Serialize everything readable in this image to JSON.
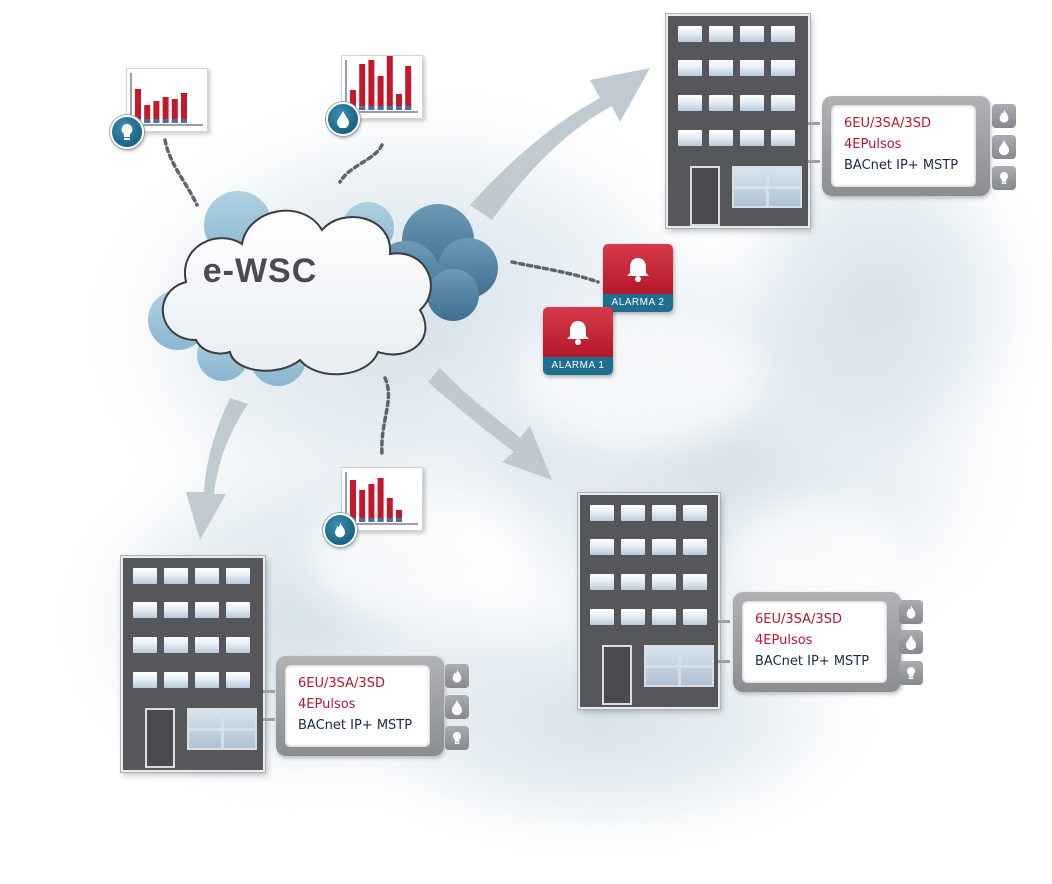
{
  "platform": {
    "name": "e-WSC"
  },
  "colors": {
    "building": "#56575a",
    "device_text_red": "#b5172e",
    "device_text_navy": "#1c2a45",
    "alarm_red": "#c0212f",
    "alarm_label_bg": "#1f6f8e",
    "arrow": "#b9c5cc",
    "chart_bar_red": "#c4182c",
    "chart_bar_blue": "#4a6fa0"
  },
  "alarms": [
    {
      "label": "ALARMA 2",
      "icon": "bell-icon"
    },
    {
      "label": "ALARMA 1",
      "icon": "bell-icon"
    }
  ],
  "charts": [
    {
      "badge_icon": "bulb-icon",
      "values": [
        34,
        18,
        22,
        26,
        24,
        30
      ]
    },
    {
      "badge_icon": "water-drop-icon",
      "values": [
        20,
        46,
        50,
        34,
        54,
        16,
        44
      ]
    },
    {
      "badge_icon": "flame-icon",
      "values": [
        42,
        32,
        38,
        44,
        24,
        12
      ]
    }
  ],
  "devices": [
    {
      "line1": "6EU/3SA/3SD",
      "line2": "4EPulsos",
      "line3": "BACnet IP+ MSTP",
      "buttons": [
        "flame-icon",
        "water-drop-icon",
        "bulb-icon"
      ]
    },
    {
      "line1": "6EU/3SA/3SD",
      "line2": "4EPulsos",
      "line3": "BACnet IP+ MSTP",
      "buttons": [
        "flame-icon",
        "water-drop-icon",
        "bulb-icon"
      ]
    },
    {
      "line1": "6EU/3SA/3SD",
      "line2": "4EPulsos",
      "line3": "BACnet IP+ MSTP",
      "buttons": [
        "flame-icon",
        "water-drop-icon",
        "bulb-icon"
      ]
    }
  ]
}
